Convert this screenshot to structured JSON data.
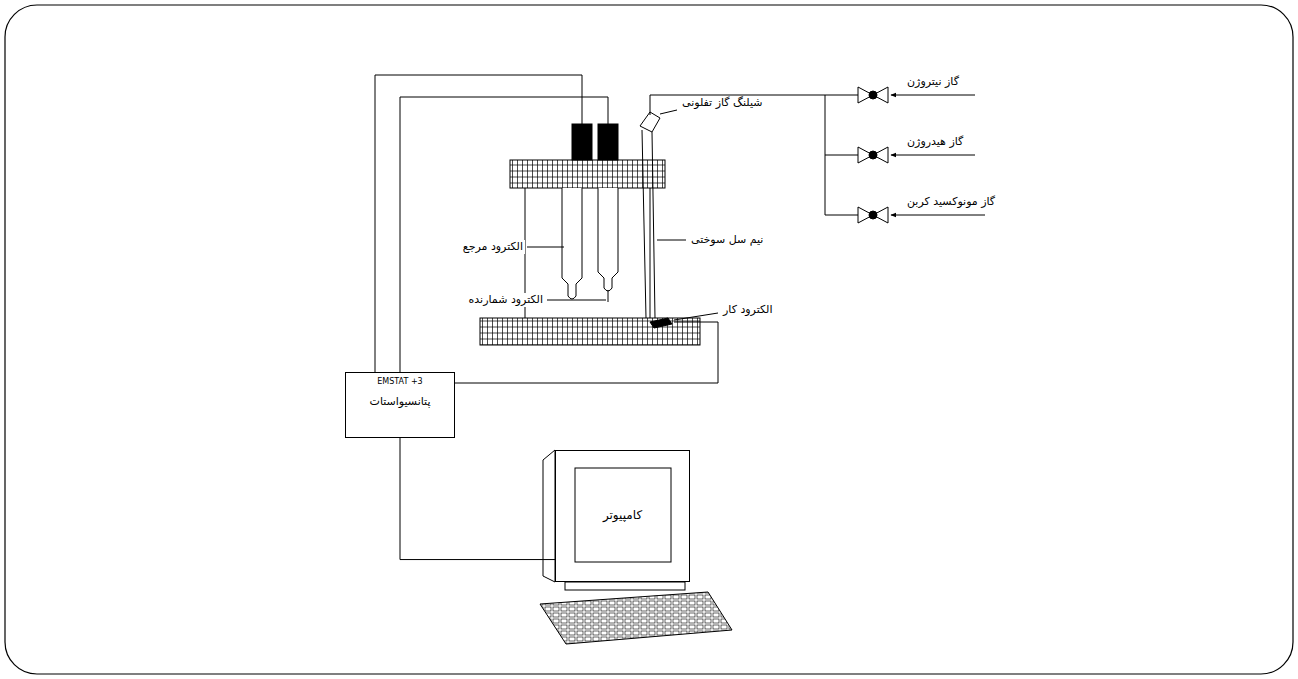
{
  "diagram": {
    "nodes": [
      {
        "text": [
          "EMSTAT +3",
          "پتانسیواستات"
        ]
      },
      {
        "text": [
          "کامپیوتر"
        ]
      }
    ],
    "edges": [
      {
        "from": 0,
        "to": 1,
        "arrow": "none"
      }
    ],
    "labels": [
      "گاز نیتروژن",
      "گاز هیدروژن",
      "گاز مونوکسید کربن",
      "شیلنگ گاز تفلونی",
      "الکترود مرجع",
      "نیم سل سوختی",
      "الکترود شمارنده",
      "الکترود کار"
    ]
  }
}
